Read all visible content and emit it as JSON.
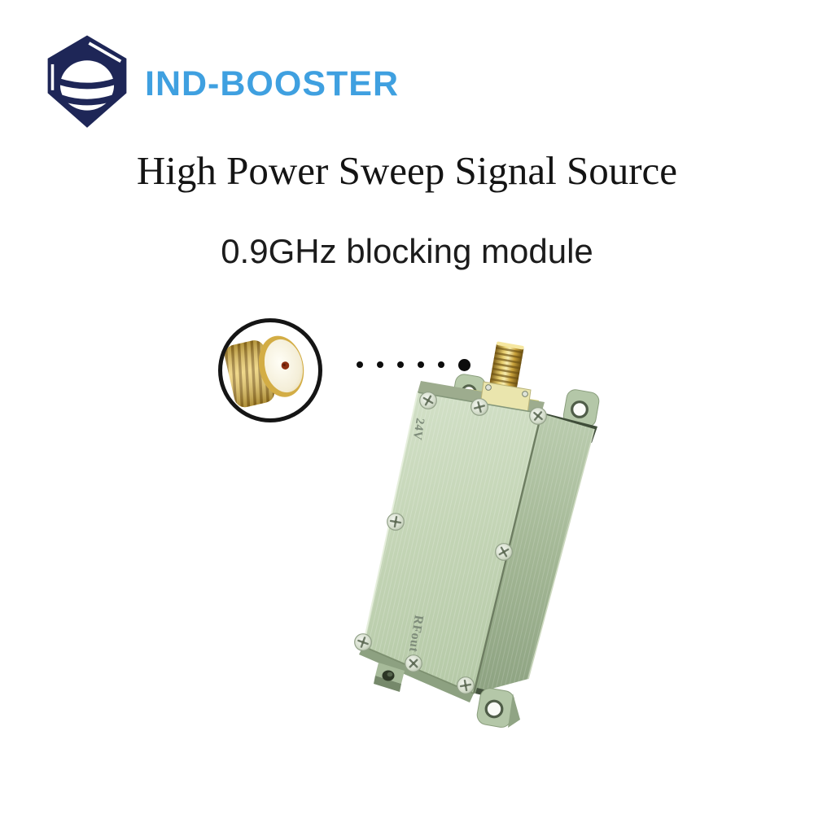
{
  "brand": {
    "name": "IND-BOOSTER",
    "colors": {
      "logo_navy": "#1e2657",
      "brand_blue": "#3fa0e0"
    }
  },
  "title": "High Power Sweep Signal Source",
  "subtitle": "0.9GHz blocking module",
  "figure": {
    "inset": {
      "icon": "sma-female-connector-closeup",
      "ring_color": "#151515",
      "connector_gold": "#d3ad45",
      "center_pin_color": "#8c2e10"
    },
    "callout_dots": {
      "count": 6,
      "color": "#0d0d0d"
    },
    "module": {
      "description": "pale green RF amplifier module with SMA connector",
      "body_color": "#c5d5b8",
      "side_color": "#9db28f",
      "screw_count": 8,
      "labels": {
        "voltage": "24V",
        "rf_output": "RFout"
      }
    }
  }
}
